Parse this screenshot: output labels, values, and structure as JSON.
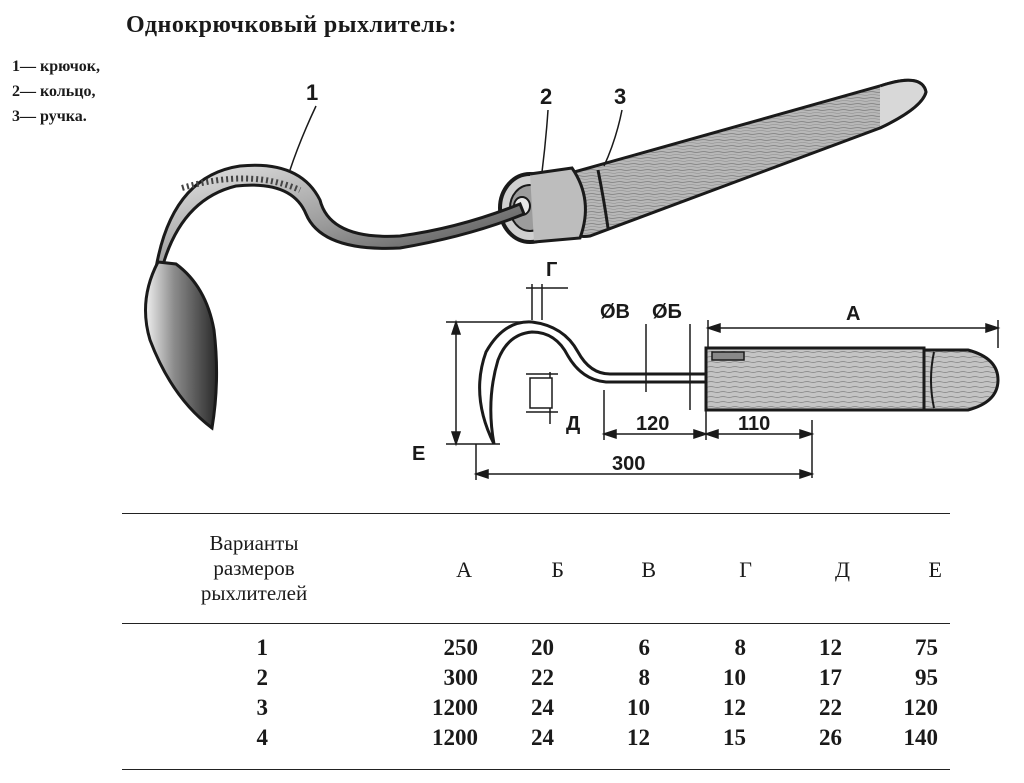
{
  "title": "Однокрючковый рыхлитель:",
  "legend": [
    "1— крючок,",
    "2— кольцо,",
    "3— ручка."
  ],
  "illustration": {
    "callout_1": "1",
    "callout_2": "2",
    "callout_3": "3"
  },
  "drawing": {
    "label_g": "Г",
    "label_vb": "ØB",
    "label_bb": "ØБ",
    "label_a": "A",
    "label_d": "Д",
    "label_e": "E",
    "dim_120": "120",
    "dim_110": "110",
    "dim_300": "300"
  },
  "table": {
    "first_header": [
      "Варианты",
      "размеров",
      "рыхлителей"
    ],
    "columns": [
      "А",
      "Б",
      "В",
      "Г",
      "Д",
      "Е"
    ],
    "rows": [
      {
        "variant": "1",
        "values": [
          "250",
          "20",
          "6",
          "8",
          "12",
          "75"
        ]
      },
      {
        "variant": "2",
        "values": [
          "300",
          "22",
          "8",
          "10",
          "17",
          "95"
        ]
      },
      {
        "variant": "3",
        "values": [
          "1200",
          "24",
          "10",
          "12",
          "22",
          "120"
        ]
      },
      {
        "variant": "4",
        "values": [
          "1200",
          "24",
          "12",
          "15",
          "26",
          "140"
        ]
      }
    ]
  }
}
